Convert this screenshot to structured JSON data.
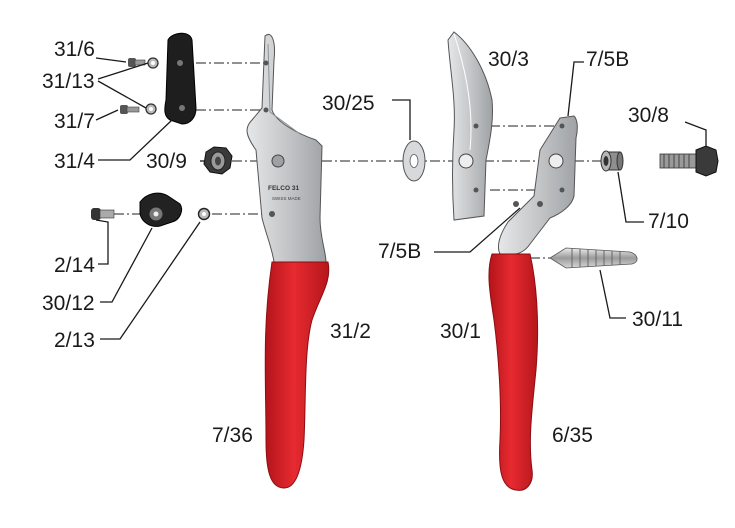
{
  "labels": {
    "p31_6": "31/6",
    "p31_13": "31/13",
    "p31_7": "31/7",
    "p31_4": "31/4",
    "p30_9": "30/9",
    "p2_14": "2/14",
    "p30_12": "30/12",
    "p2_13": "2/13",
    "p31_2": "31/2",
    "p7_36": "7/36",
    "p30_3": "30/3",
    "p7_5B_top": "7/5B",
    "p30_25": "30/25",
    "p30_8": "30/8",
    "p7_10": "7/10",
    "p7_5B_bottom": "7/5B",
    "p30_11": "30/11",
    "p30_1": "30/1",
    "p6_35": "6/35"
  },
  "engraving": {
    "brand": "FELCO 31",
    "origin": "SWISS MADE"
  },
  "colors": {
    "handle_red": "#d91f26",
    "metal": "#c9cacc",
    "dark_part": "#1e1e1e",
    "ink": "#1a1a1a"
  }
}
